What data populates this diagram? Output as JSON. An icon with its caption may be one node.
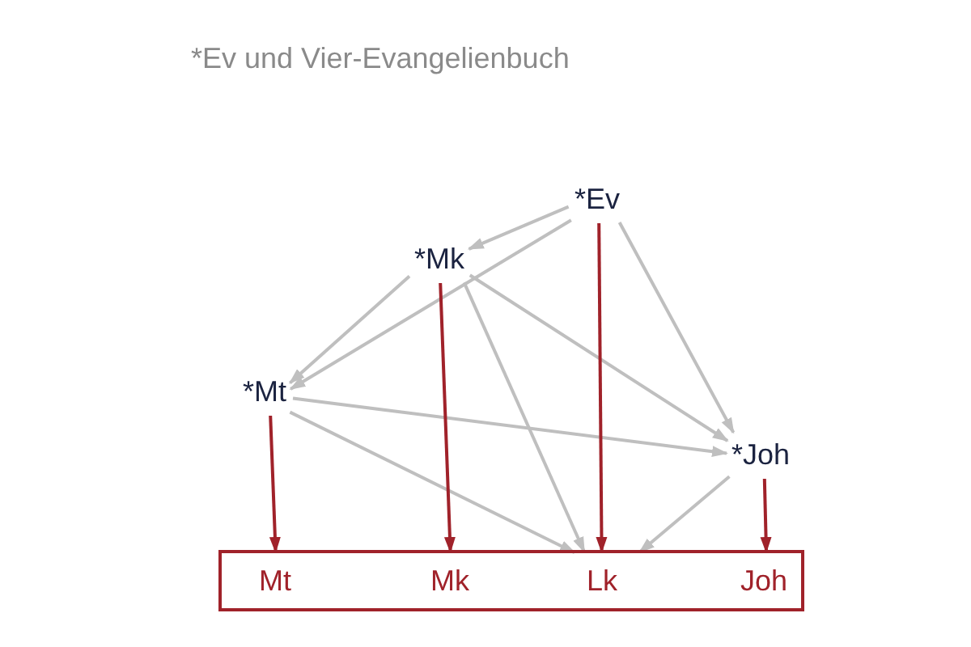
{
  "diagram": {
    "title": "*Ev und Vier-Evangelienbuch",
    "nodes": [
      {
        "text": [
          "*Ev"
        ]
      },
      {
        "text": [
          "*Mk"
        ]
      },
      {
        "text": [
          "*Mt"
        ]
      },
      {
        "text": [
          "*Joh"
        ]
      },
      {
        "text": [],
        "shape": "box"
      },
      {
        "text": [
          "Mt"
        ],
        "in": 4
      },
      {
        "text": [
          "Mk"
        ],
        "in": 4
      },
      {
        "text": [
          "Lk"
        ],
        "in": 4
      },
      {
        "text": [
          "Joh"
        ],
        "in": 4
      }
    ],
    "edges": [
      {
        "from": 0,
        "to": 1,
        "arrow": "to"
      },
      {
        "from": 0,
        "to": 2,
        "arrow": "to"
      },
      {
        "from": 0,
        "to": 3,
        "arrow": "to"
      },
      {
        "from": 1,
        "to": 2,
        "arrow": "to"
      },
      {
        "from": 1,
        "to": 7,
        "arrow": "to"
      },
      {
        "from": 1,
        "to": 3,
        "arrow": "to"
      },
      {
        "from": 2,
        "to": 3,
        "arrow": "to"
      },
      {
        "from": 2,
        "to": 7,
        "arrow": "to"
      },
      {
        "from": 3,
        "to": 7,
        "arrow": "to"
      },
      {
        "from": 0,
        "to": 7,
        "arrow": "to",
        "color": "#a0222a"
      },
      {
        "from": 1,
        "to": 6,
        "arrow": "to",
        "color": "#a0222a"
      },
      {
        "from": 2,
        "to": 5,
        "arrow": "to",
        "color": "#a0222a"
      },
      {
        "from": 3,
        "to": 8,
        "arrow": "to",
        "color": "#a0222a"
      }
    ]
  }
}
